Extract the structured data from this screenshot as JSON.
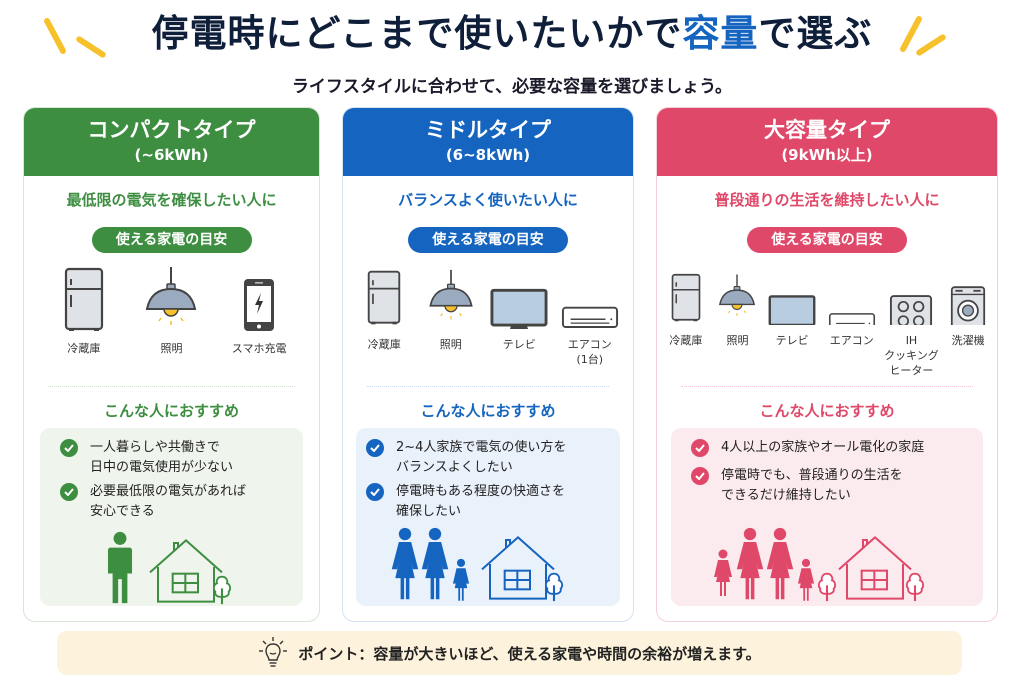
{
  "header": {
    "title_part1": "停電時にどこまで使いたいかで",
    "title_highlight": "容量",
    "title_part2": "で選ぶ",
    "subtitle": "ライフスタイルに合わせて、必要な容量を選びましょう。"
  },
  "colors": {
    "compact": "#3e8e41",
    "middle": "#1565c0",
    "large": "#df4869",
    "spark": "#f6c12a",
    "title": "#0f1f3a",
    "point_bg": "#fdf3dc"
  },
  "cards": [
    {
      "name": "コンパクトタイプ",
      "range": "(~6kWh)",
      "tagline": "最低限の電気を確保したい人に",
      "pill": "使える家電の目安",
      "appliances": [
        {
          "icon": "refrigerator-icon",
          "label": "冷蔵庫"
        },
        {
          "icon": "ceiling-lamp-icon",
          "label": "照明"
        },
        {
          "icon": "smartphone-charging-icon",
          "label": "スマホ充電"
        }
      ],
      "rec_title": "こんな人におすすめ",
      "recommendations": [
        "一人暮らしや共働きで\n日中の電気使用が少ない",
        "必要最低限の電気があれば\n安心できる"
      ],
      "illustration": "single-person-house-icon"
    },
    {
      "name": "ミドルタイプ",
      "range": "(6~8kWh)",
      "tagline": "バランスよく使いたい人に",
      "pill": "使える家電の目安",
      "appliances": [
        {
          "icon": "refrigerator-icon",
          "label": "冷蔵庫"
        },
        {
          "icon": "ceiling-lamp-icon",
          "label": "照明"
        },
        {
          "icon": "television-icon",
          "label": "テレビ"
        },
        {
          "icon": "air-conditioner-icon",
          "label": "エアコン\n(1台)"
        }
      ],
      "rec_title": "こんな人におすすめ",
      "recommendations": [
        "2~4人家族で電気の使い方を\nバランスよくしたい",
        "停電時もある程度の快適さを\n確保したい"
      ],
      "illustration": "family-of-three-house-icon"
    },
    {
      "name": "大容量タイプ",
      "range": "(9kWh以上)",
      "tagline": "普段通りの生活を維持したい人に",
      "pill": "使える家電の目安",
      "appliances": [
        {
          "icon": "refrigerator-icon",
          "label": "冷蔵庫"
        },
        {
          "icon": "ceiling-lamp-icon",
          "label": "照明"
        },
        {
          "icon": "television-icon",
          "label": "テレビ"
        },
        {
          "icon": "air-conditioner-icon",
          "label": "エアコン"
        },
        {
          "icon": "ih-cooktop-icon",
          "label": "IH\nクッキング\nヒーター"
        },
        {
          "icon": "washing-machine-icon",
          "label": "洗濯機"
        }
      ],
      "rec_title": "こんな人におすすめ",
      "recommendations": [
        "4人以上の家族やオール電化の家庭",
        "停電時でも、普段通りの生活を\nできるだけ維持したい"
      ],
      "illustration": "family-of-four-house-icon"
    }
  ],
  "point": {
    "icon": "lightbulb-icon",
    "text": "ポイント：容量が大きいほど、使える家電や時間の余裕が増えます。"
  }
}
